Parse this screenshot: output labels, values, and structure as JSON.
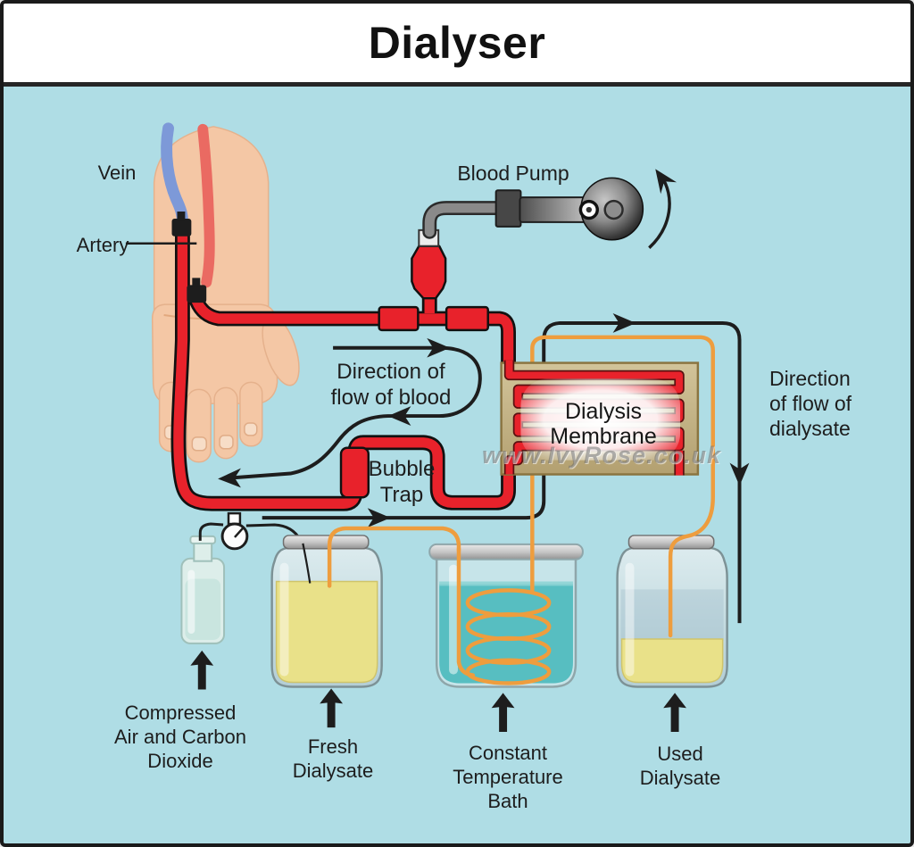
{
  "title": "Dialyser",
  "labels": {
    "vein": "Vein",
    "artery": "Artery",
    "blood_pump": "Blood Pump",
    "direction_of_blood": "Direction of\nflow of blood",
    "bubble_trap": "Bubble\nTrap",
    "dialysis_membrane": "Dialysis\nMembrane",
    "watermark": "www.IvyRose.co.uk",
    "direction_of_dialysate": "Direction\nof flow of\ndialysate",
    "compressed_air": "Compressed\nAir and Carbon\nDioxide",
    "fresh_dialysate": "Fresh\nDialysate",
    "constant_temperature_bath": "Constant\nTemperature\nBath",
    "used_dialysate": "Used\nDialysate"
  },
  "colors": {
    "background": "#afdde5",
    "blood_tube_red": "#e8222b",
    "dialysate_orange": "#ee9d3e",
    "vein_blue": "#7d99d8",
    "artery_vessel_red": "#ea6a62",
    "skin": "#f4c7a5",
    "membrane_tan": "#c9b887",
    "membrane_border": "#8a7440",
    "bath_liquid_teal": "#57bec1",
    "dialysate_yellow": "#e9e189",
    "line_black": "#1d1d1d",
    "pump_gray": "#8a8a8a"
  }
}
